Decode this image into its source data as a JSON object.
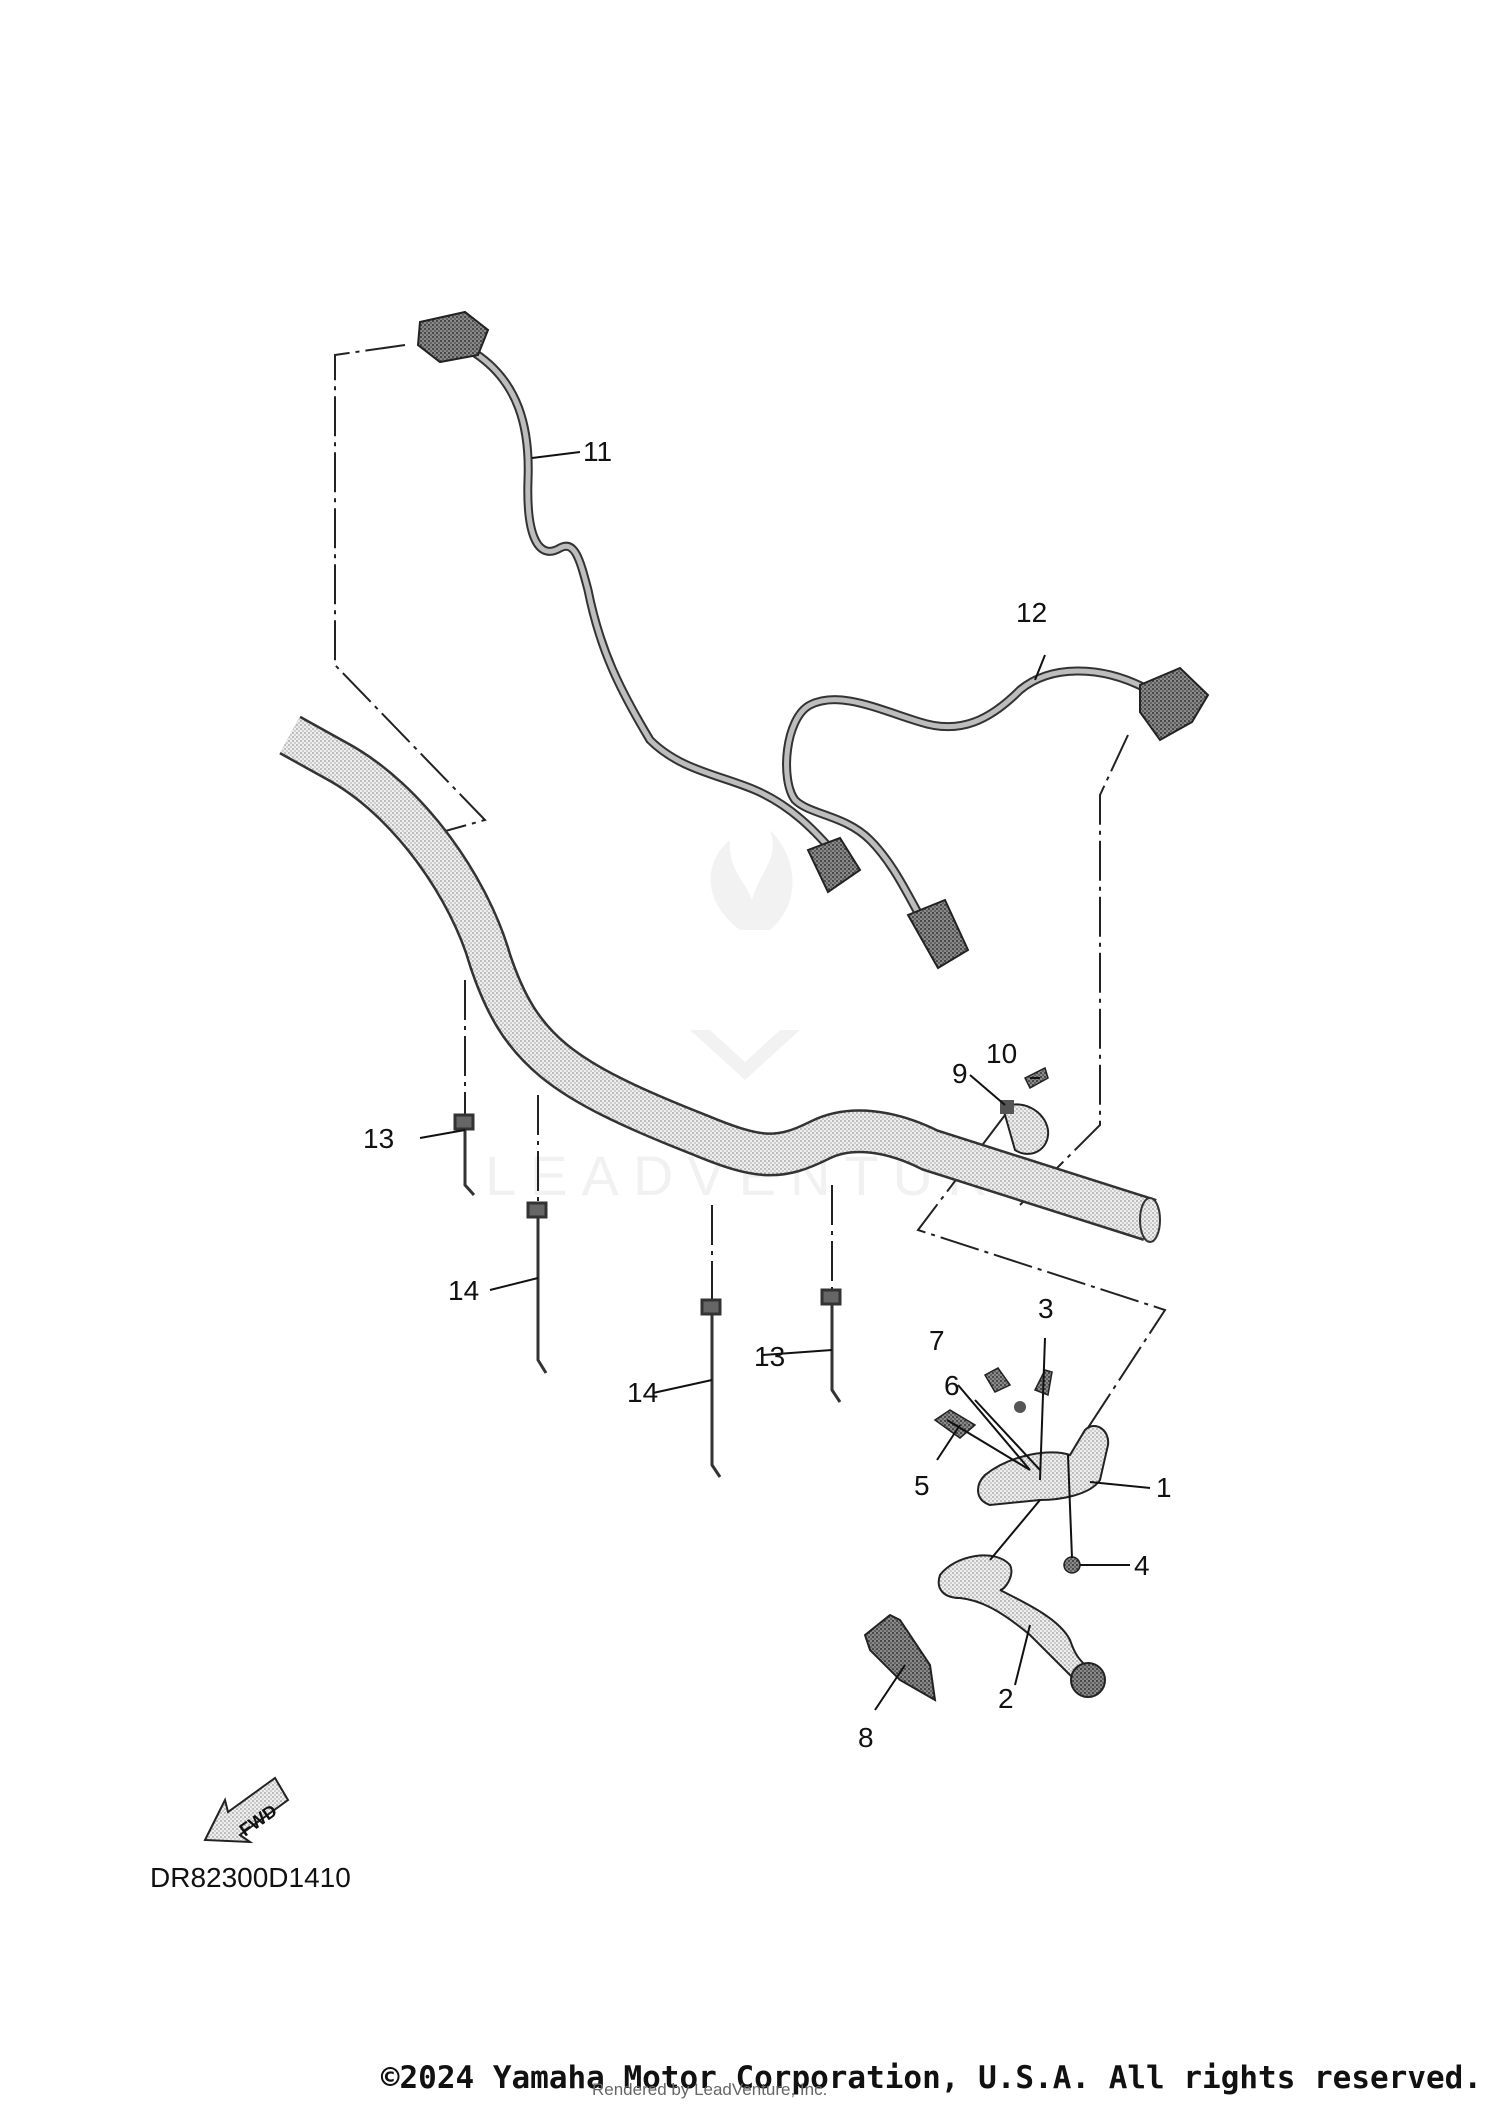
{
  "diagram": {
    "callouts": [
      {
        "id": "1",
        "label": "1"
      },
      {
        "id": "2",
        "label": "2"
      },
      {
        "id": "3",
        "label": "3"
      },
      {
        "id": "4",
        "label": "4"
      },
      {
        "id": "5",
        "label": "5"
      },
      {
        "id": "6",
        "label": "6"
      },
      {
        "id": "7",
        "label": "7"
      },
      {
        "id": "8",
        "label": "8"
      },
      {
        "id": "9",
        "label": "9"
      },
      {
        "id": "10",
        "label": "10"
      },
      {
        "id": "11",
        "label": "11"
      },
      {
        "id": "12",
        "label": "12"
      },
      {
        "id": "13a",
        "label": "13"
      },
      {
        "id": "13b",
        "label": "13"
      },
      {
        "id": "14a",
        "label": "14"
      },
      {
        "id": "14b",
        "label": "14"
      }
    ],
    "fwd_label": "FWD",
    "diagram_code": "DR82300D1410",
    "watermark": "LEADVENTURE"
  },
  "footer": {
    "copyright": "©2024 Yamaha Motor Corporation, U.S.A. All rights reserved.",
    "rendered_by": "Rendered by LeadVenture, Inc."
  }
}
